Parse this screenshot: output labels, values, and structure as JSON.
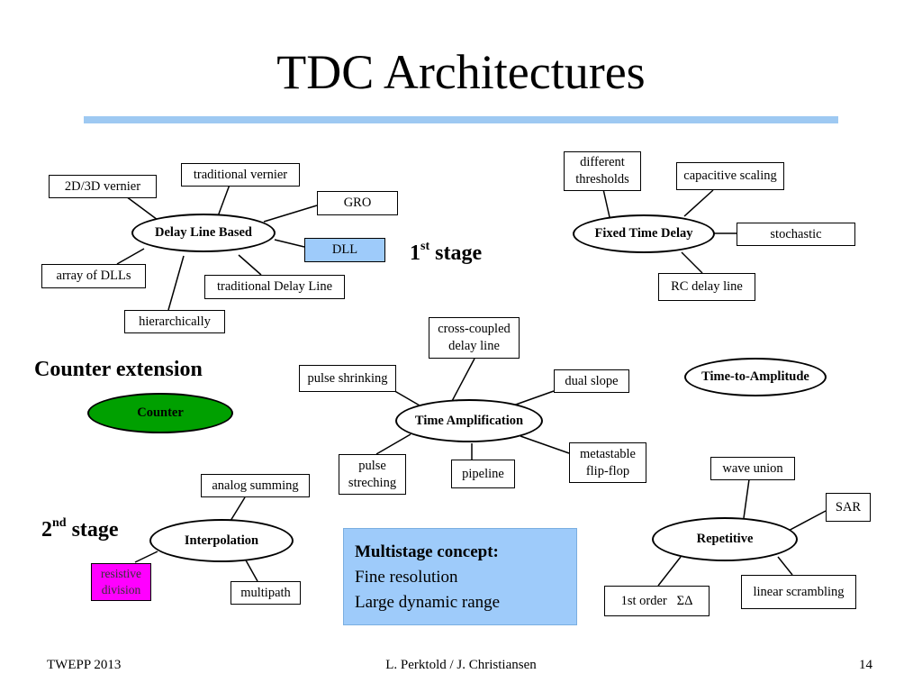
{
  "slide": {
    "title": "TDC Architectures",
    "footer": {
      "left": "TWEPP 2013",
      "center": "L. Perktold / J. Christiansen",
      "page": "14"
    }
  },
  "colors": {
    "rule": "#9ec9f2",
    "dll_box": "#9ecbfa",
    "counter": "#00a000",
    "resistive": "#ff00ff",
    "info_box": "#9ecbfa"
  },
  "labels": {
    "first_stage": {
      "main": "1",
      "sup": "st",
      "rest": " stage"
    },
    "second_stage": {
      "main": "2",
      "sup": "nd",
      "rest": " stage"
    },
    "counter_extension": "Counter extension"
  },
  "groups": {
    "delay_line": {
      "center": "Delay Line Based",
      "items": [
        "traditional vernier",
        "2D/3D vernier",
        "GRO",
        "DLL",
        "array of DLLs",
        "traditional Delay Line",
        "hierarchically"
      ]
    },
    "fixed_delay": {
      "center": "Fixed Time Delay",
      "items": [
        "different\nthresholds",
        "capacitive scaling",
        "stochastic",
        "RC delay line"
      ]
    },
    "counter": {
      "center": "Counter"
    },
    "time_amp": {
      "center": "Time Amplification",
      "items": [
        "cross-coupled\ndelay line",
        "pulse shrinking",
        "dual slope",
        "pulse\nstreching",
        "pipeline",
        "metastable\nflip-flop"
      ]
    },
    "tta": {
      "center": "Time-to-Amplitude"
    },
    "interpolation": {
      "center": "Interpolation",
      "items": [
        "analog summing",
        "multipath",
        "resistive\ndivision"
      ]
    },
    "repetitive": {
      "center": "Repetitive",
      "items": [
        "wave union",
        "SAR",
        "linear scrambling",
        "1st order   ΣΔ"
      ]
    }
  },
  "info_box": {
    "heading": "Multistage concept:",
    "lines": [
      "Fine resolution",
      "Large dynamic range"
    ]
  }
}
